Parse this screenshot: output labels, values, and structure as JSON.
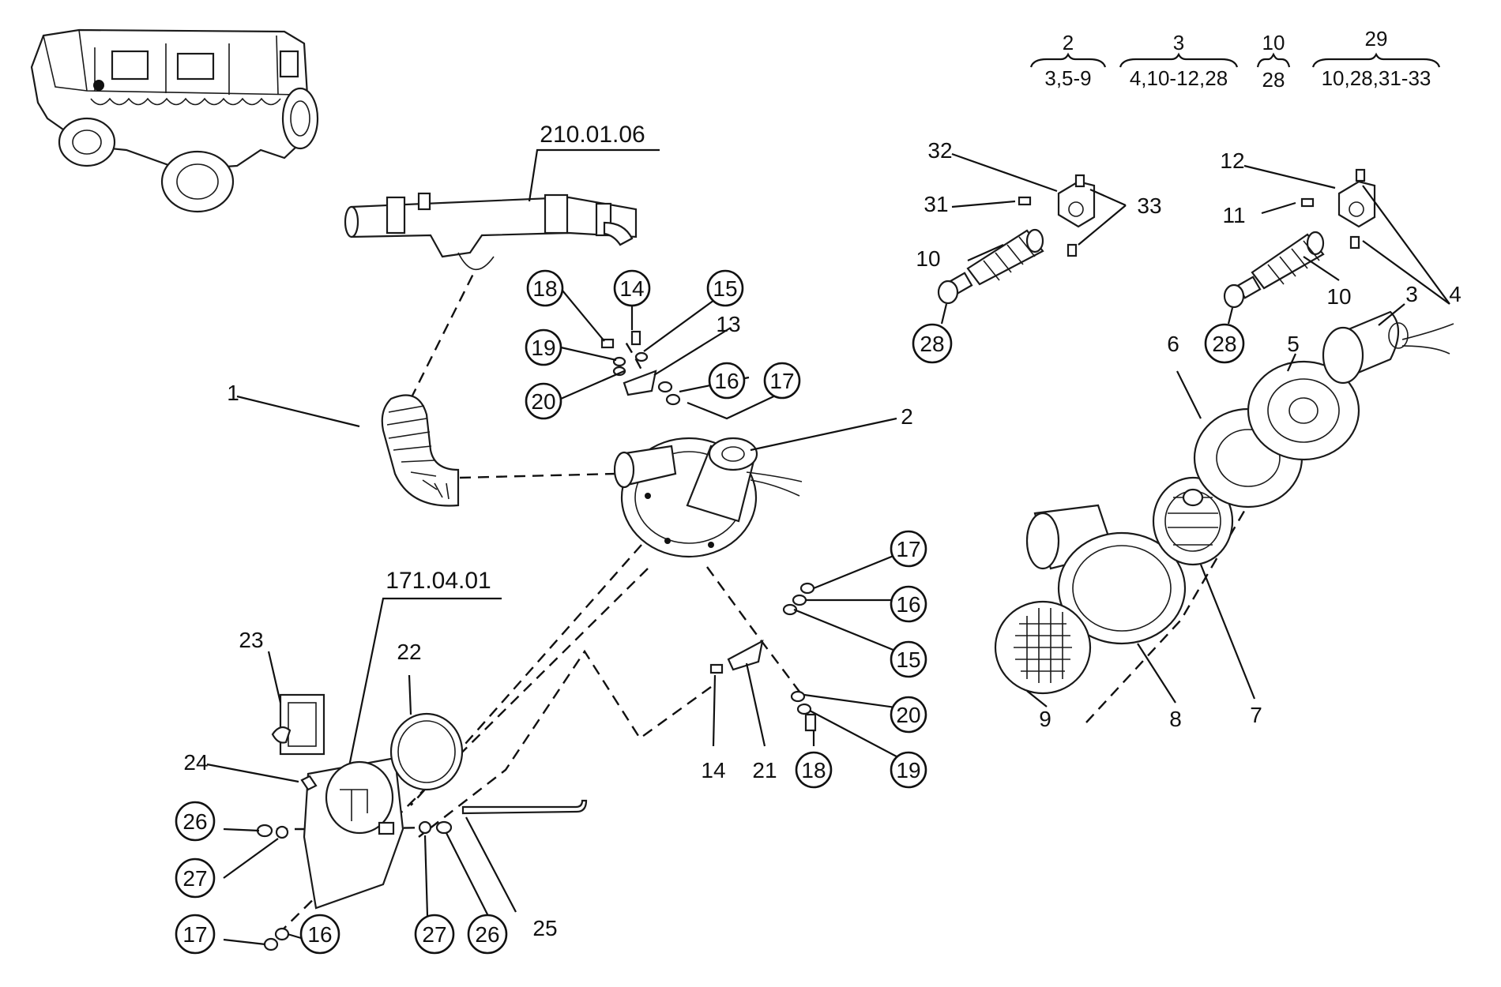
{
  "references": {
    "upper_pipe": "210.01.06",
    "lower_housing": "171.04.01"
  },
  "legend_groups": [
    {
      "part": "2",
      "contains": "3,5-9"
    },
    {
      "part": "3",
      "contains": "4,10-12,28"
    },
    {
      "part": "10",
      "contains": "28"
    },
    {
      "part": "29",
      "contains": "10,28,31-33"
    }
  ],
  "labels": {
    "p1": "1",
    "p2": "2",
    "p3": "3",
    "p4": "4",
    "p5": "5",
    "p6": "6",
    "p7": "7",
    "p8": "8",
    "p9": "9",
    "p10_top": "10",
    "p10_right": "10",
    "p11": "11",
    "p12": "12",
    "p13": "13",
    "p14_top": "14",
    "p14_bot": "14",
    "p15_top": "15",
    "p15_right": "15",
    "p16_top": "16",
    "p16_right": "16",
    "p16_bot": "16",
    "p17_top": "17",
    "p17_right": "17",
    "p17_bot": "17",
    "p18_top": "18",
    "p18_bot": "18",
    "p19_top": "19",
    "p19_bot": "19",
    "p20_top": "20",
    "p20_right": "20",
    "p21": "21",
    "p22": "22",
    "p23": "23",
    "p24": "24",
    "p25": "25",
    "p26_left": "26",
    "p26_bot": "26",
    "p27_left": "27",
    "p27_bot": "27",
    "p28_left": "28",
    "p28_right": "28",
    "p31": "31",
    "p32": "32",
    "p33": "33"
  }
}
